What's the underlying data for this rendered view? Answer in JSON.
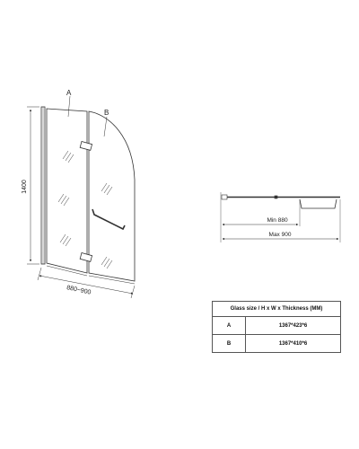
{
  "drawing": {
    "panel_label_a": "A",
    "panel_label_b": "B",
    "height_label": "1400",
    "width_label": "880~900",
    "min_label": "Min 880",
    "max_label": "Max 900"
  },
  "table": {
    "header": "Glass size / H x W x Thickness (MM)",
    "rows": [
      {
        "key": "A",
        "value": "1367*423*6"
      },
      {
        "key": "B",
        "value": "1367*410*6"
      }
    ]
  }
}
